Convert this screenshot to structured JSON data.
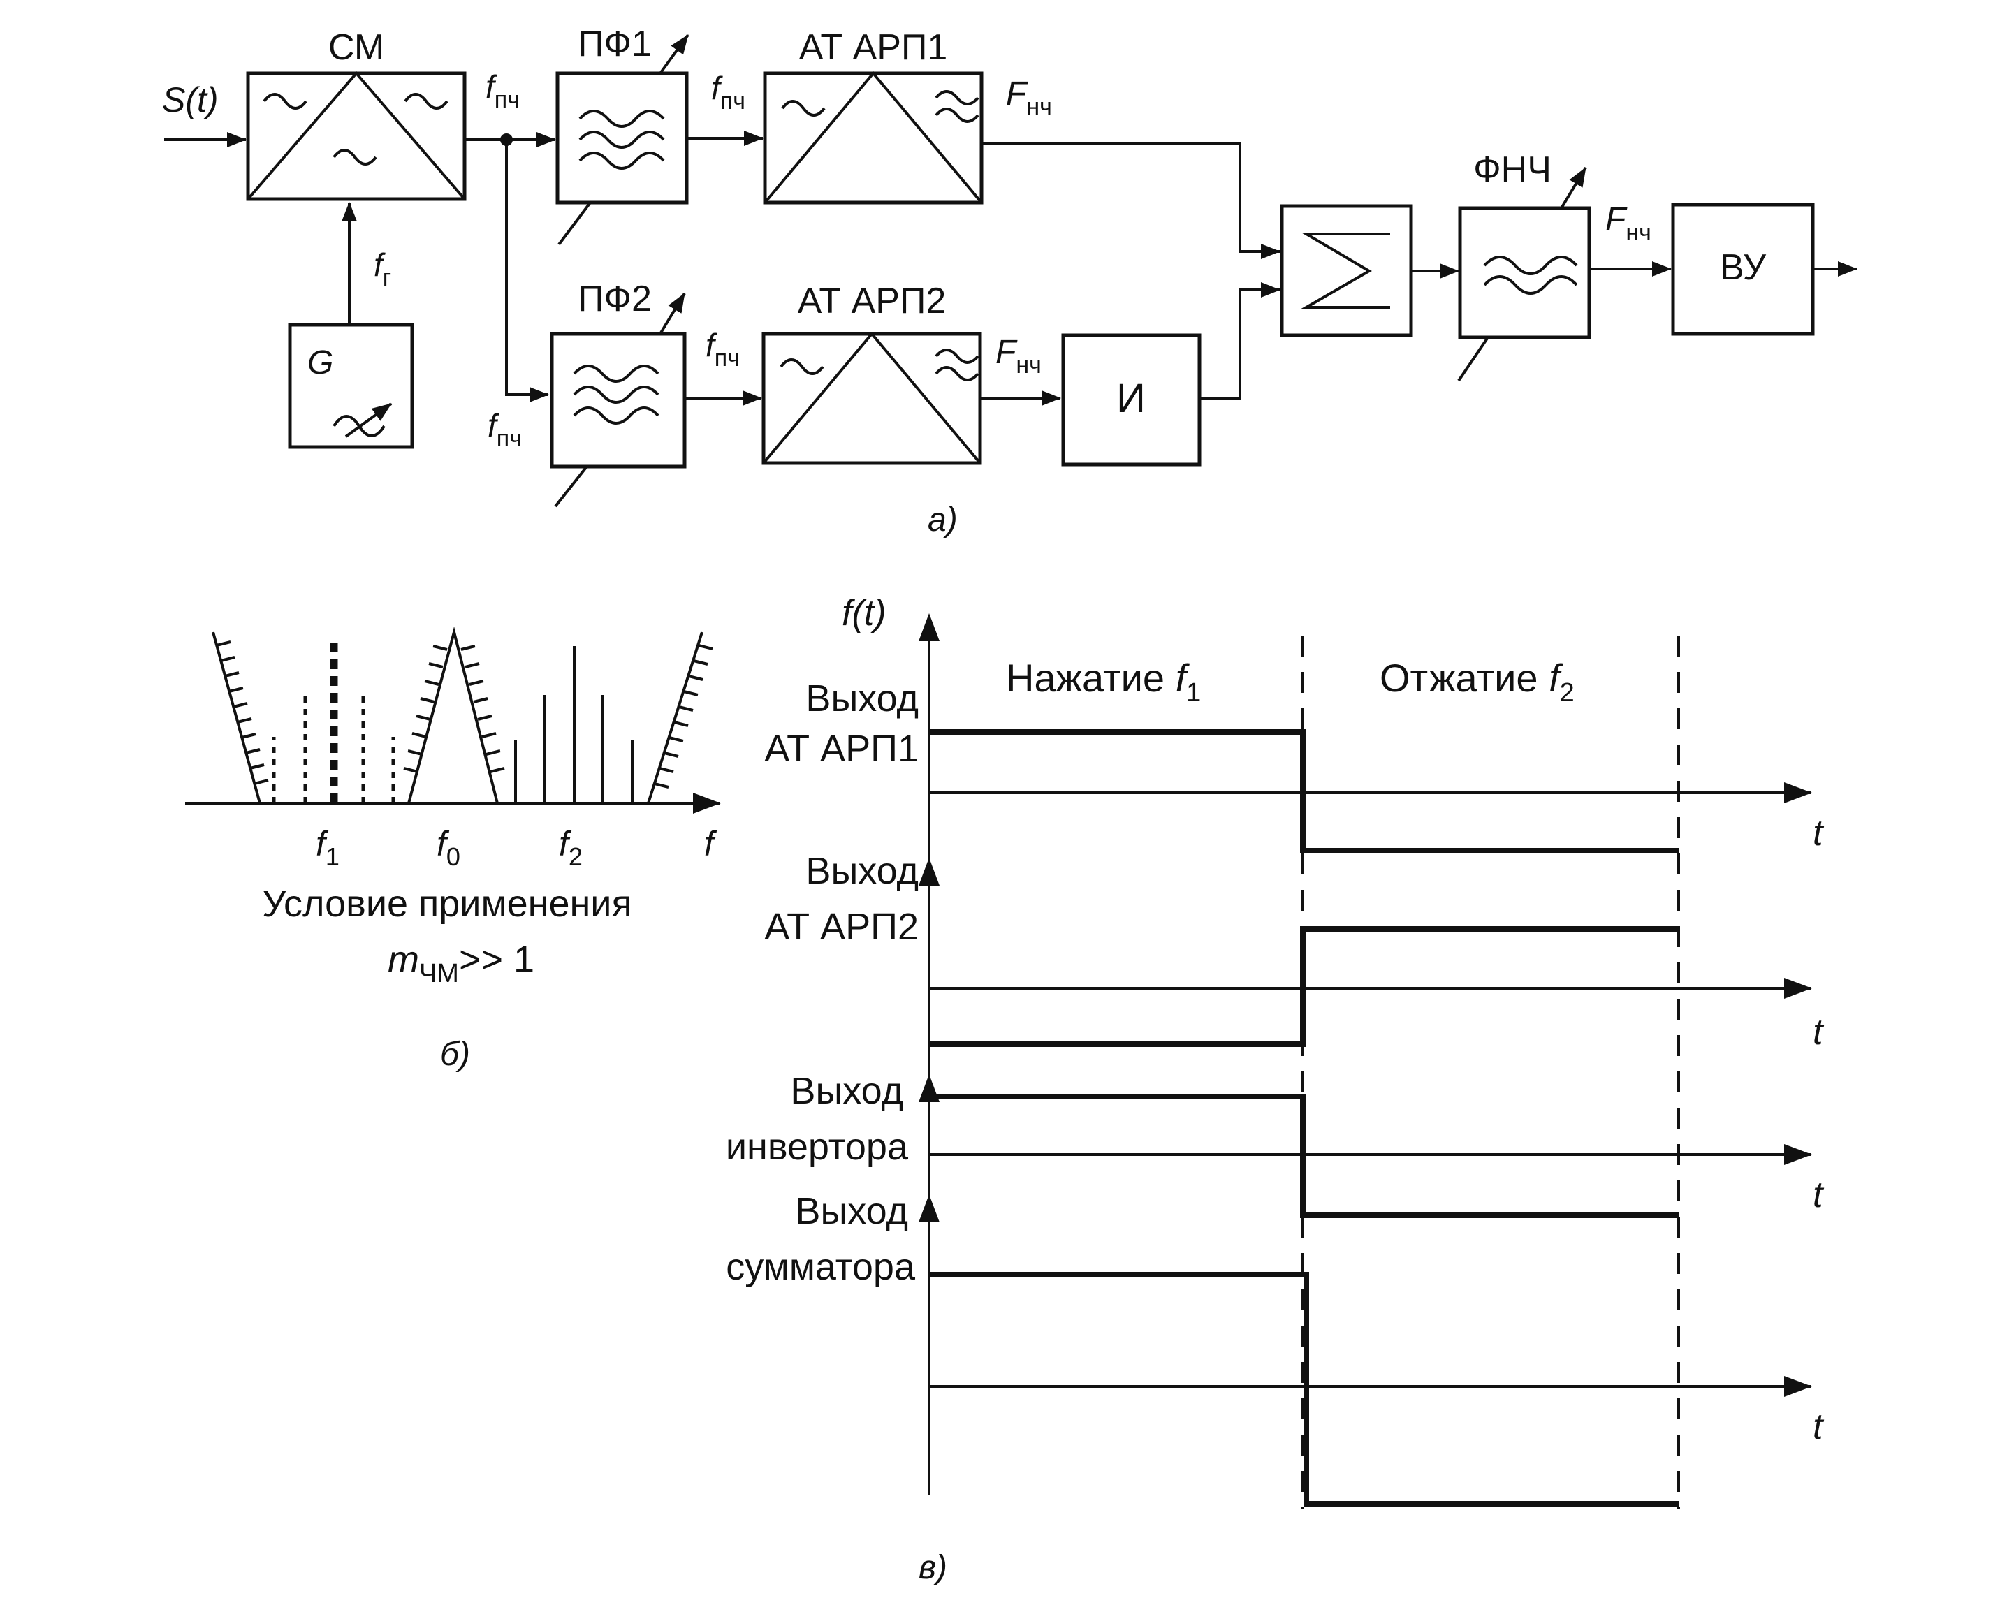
{
  "block_diagram": {
    "mixer": "СМ",
    "input_signal": "S(t)",
    "if_freq_label": "f",
    "if_freq_sub": "пч",
    "lo_freq_label": "f",
    "lo_freq_sub": "г",
    "generator": "G",
    "bpf1": "ПФ1",
    "bpf2": "ПФ2",
    "det1": "АТ АРП1",
    "det2": "АТ АРП2",
    "lf_label": "F",
    "lf_sub": "нч",
    "inverter": "И",
    "summer_symbol": "Σ",
    "lpf": "ФНЧ",
    "output_device": "ВУ",
    "caption": "а)"
  },
  "spectrum": {
    "f1_label": "f",
    "f1_sub": "1",
    "f0_label": "f",
    "f0_sub": "0",
    "f2_label": "f",
    "f2_sub": "2",
    "axis_label": "f",
    "condition_line1": "Условие применения",
    "condition_m": "m",
    "condition_sub": "ЧМ",
    "condition_tail": ">> 1",
    "caption": "б)"
  },
  "timing": {
    "y_axis_label": "f(t)",
    "phase1_text": "Нажатие ",
    "phase1_f": "f",
    "phase1_sub": "1",
    "phase2_text": "Отжатие ",
    "phase2_f": "f",
    "phase2_sub": "2",
    "t_label": "t",
    "ch1_line1": "Выход",
    "ch1_line2": "АТ АРП1",
    "ch2_line1": "Выход",
    "ch2_line2": "АТ АРП2",
    "ch3_line1": "Выход",
    "ch3_line2": "инвертора",
    "ch4_line1": "Выход",
    "ch4_line2": "сумматора",
    "caption": "в)"
  }
}
